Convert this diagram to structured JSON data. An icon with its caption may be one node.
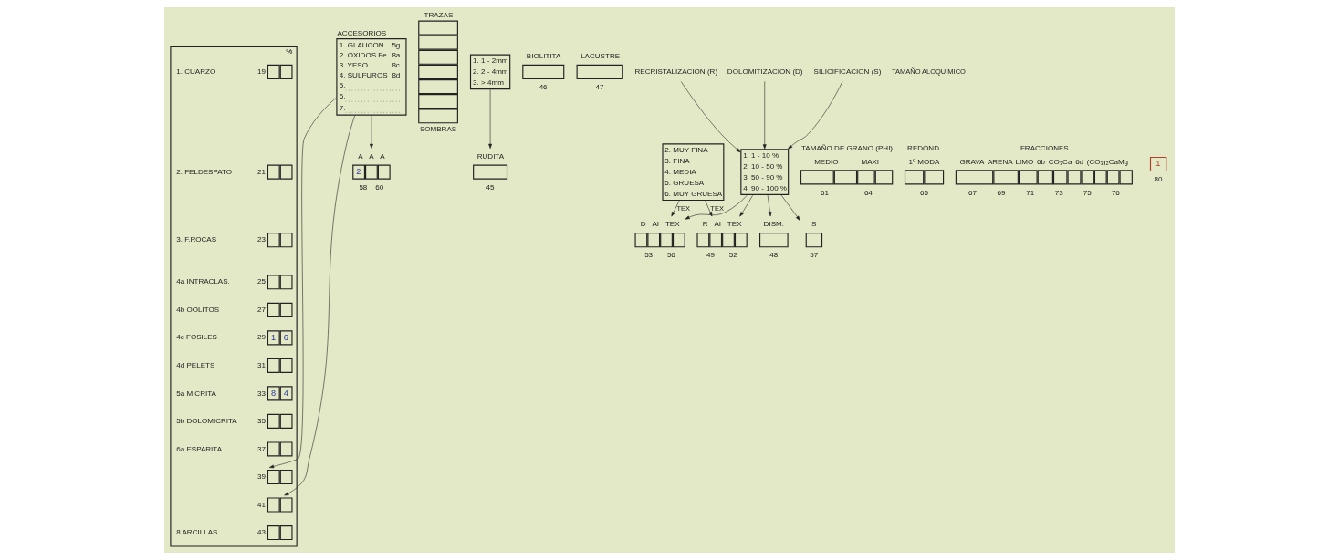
{
  "diagram": {
    "nodes": [
      {
        "text": [
          "%"
        ]
      },
      {
        "text": [
          "1. CUARZO",
          "19"
        ],
        "in": 0
      },
      {
        "text": [
          "2. FELDESPATO",
          "21"
        ],
        "in": 0
      },
      {
        "text": [
          "3. F.ROCAS",
          "23"
        ],
        "in": 0
      },
      {
        "text": [
          "4a INTRACLAS.",
          "25"
        ],
        "in": 0
      },
      {
        "text": [
          "4b OOLITOS",
          "27"
        ],
        "in": 0
      },
      {
        "text": [
          "4c FOSILES",
          "29",
          "1",
          "6"
        ],
        "in": 0
      },
      {
        "text": [
          "4d PELETS",
          "31"
        ],
        "in": 0
      },
      {
        "text": [
          "5a MICRITA",
          "33",
          "8",
          "4"
        ],
        "in": 0
      },
      {
        "text": [
          "5b DOLOMICRITA",
          "35"
        ],
        "in": 0
      },
      {
        "text": [
          "6a ESPARITA",
          "37"
        ],
        "in": 0
      },
      {
        "text": [
          "39"
        ],
        "in": 0
      },
      {
        "text": [
          "41"
        ],
        "in": 0
      },
      {
        "text": [
          "8 ARCILLAS",
          "43"
        ],
        "in": 0
      },
      {
        "text": [
          "TRAZAS",
          "SOMBRAS"
        ]
      },
      {
        "text": [
          "RUDITA",
          "45"
        ]
      },
      {
        "text": [
          "1. 1 - 2mm",
          "2. 2 - 4mm",
          "3. > 4mm"
        ]
      },
      {
        "text": [
          "BIOLITITA",
          "46"
        ]
      },
      {
        "text": [
          "LACUSTRE",
          "47"
        ]
      },
      {
        "text": [
          "RECRISTALIZACION (R)"
        ]
      },
      {
        "text": [
          "DOLOMITIZACION (D)"
        ]
      },
      {
        "text": [
          "SILICIFICACION (S)"
        ]
      },
      {
        "text": [
          "1. 1 - 10 %",
          "2. 10 - 50 %",
          "3. 50 - 90 %",
          "4. 90 - 100 %"
        ]
      },
      {
        "text": [
          "DISM.",
          "48"
        ]
      },
      {
        "text": [
          "R",
          "AI",
          "TEX",
          "49",
          "52"
        ]
      },
      {
        "text": [
          "D",
          "AI",
          "TEX",
          "53",
          "56"
        ]
      },
      {
        "text": [
          "S",
          "57"
        ]
      },
      {
        "text": [
          "2. MUY FINA",
          "3. FINA",
          "4. MEDIA",
          "5. GRUESA",
          "6. MUY GRUESA"
        ]
      },
      {
        "text": [
          "ACCESORIOS",
          "1. GLAUCON",
          "5g",
          "2. OXIDOS Fe",
          "8a",
          "3. YESO",
          "8c",
          "4. SULFUROS",
          "8d",
          "5.",
          "6.",
          "7."
        ]
      },
      {
        "text": [
          "A",
          "A",
          "A",
          "2",
          "58",
          "60"
        ]
      },
      {
        "text": [
          "TAMAÑO DE GRANO (PHI)",
          "MEDIO",
          "MAXI",
          "61",
          "64"
        ]
      },
      {
        "text": [
          "REDOND.",
          "1º MODA",
          "65"
        ]
      },
      {
        "text": [
          "FRACCIONES",
          "GRAVA",
          "ARENA",
          "LIMO",
          "6b",
          "CO₃Ca",
          "6d",
          "(CO₃)₂CaMg",
          "67",
          "69",
          "71",
          "73",
          "75",
          "76"
        ]
      },
      {
        "text": [
          "1",
          "80"
        ]
      }
    ],
    "edges": [
      {
        "from": 16,
        "to": 15,
        "arrow": "to"
      },
      {
        "from": 19,
        "to": 22,
        "arrow": "to"
      },
      {
        "from": 20,
        "to": 22,
        "arrow": "to"
      },
      {
        "from": 21,
        "to": 22,
        "arrow": "to"
      },
      {
        "from": 22,
        "to": 23,
        "arrow": "to"
      },
      {
        "from": 22,
        "to": 24,
        "arrow": "to"
      },
      {
        "from": 22,
        "to": 25,
        "arrow": "to"
      },
      {
        "from": 22,
        "to": 26,
        "arrow": "to"
      },
      {
        "from": 27,
        "to": 24,
        "arrow": "to",
        "label": "TEX"
      },
      {
        "from": 27,
        "to": 25,
        "arrow": "to",
        "label": "TEX"
      },
      {
        "from": 28,
        "to": 11,
        "arrow": "to"
      },
      {
        "from": 28,
        "to": 12,
        "arrow": "to"
      },
      {
        "from": 28,
        "to": 29,
        "arrow": "to"
      }
    ],
    "labels": [
      "TAMAÑO ALOQUIMICO"
    ]
  }
}
